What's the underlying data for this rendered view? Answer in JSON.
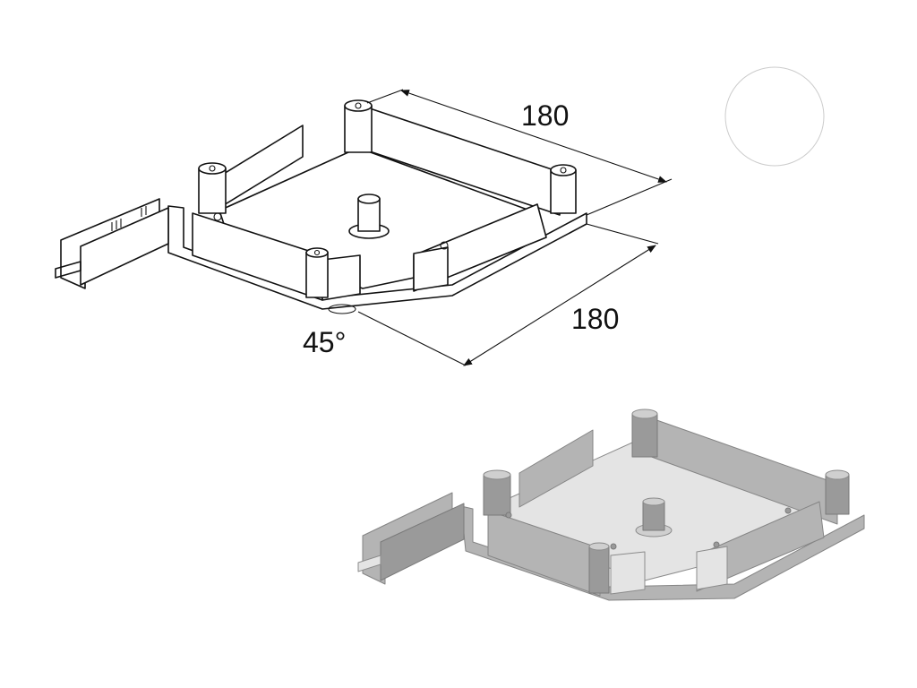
{
  "dimensions": {
    "top_length": "180",
    "side_length": "180",
    "angle": "45°"
  },
  "colors": {
    "line": "#111111",
    "render_light": "#e4e4e4",
    "render_mid": "#b4b4b4",
    "render_dark": "#9a9a9a"
  }
}
